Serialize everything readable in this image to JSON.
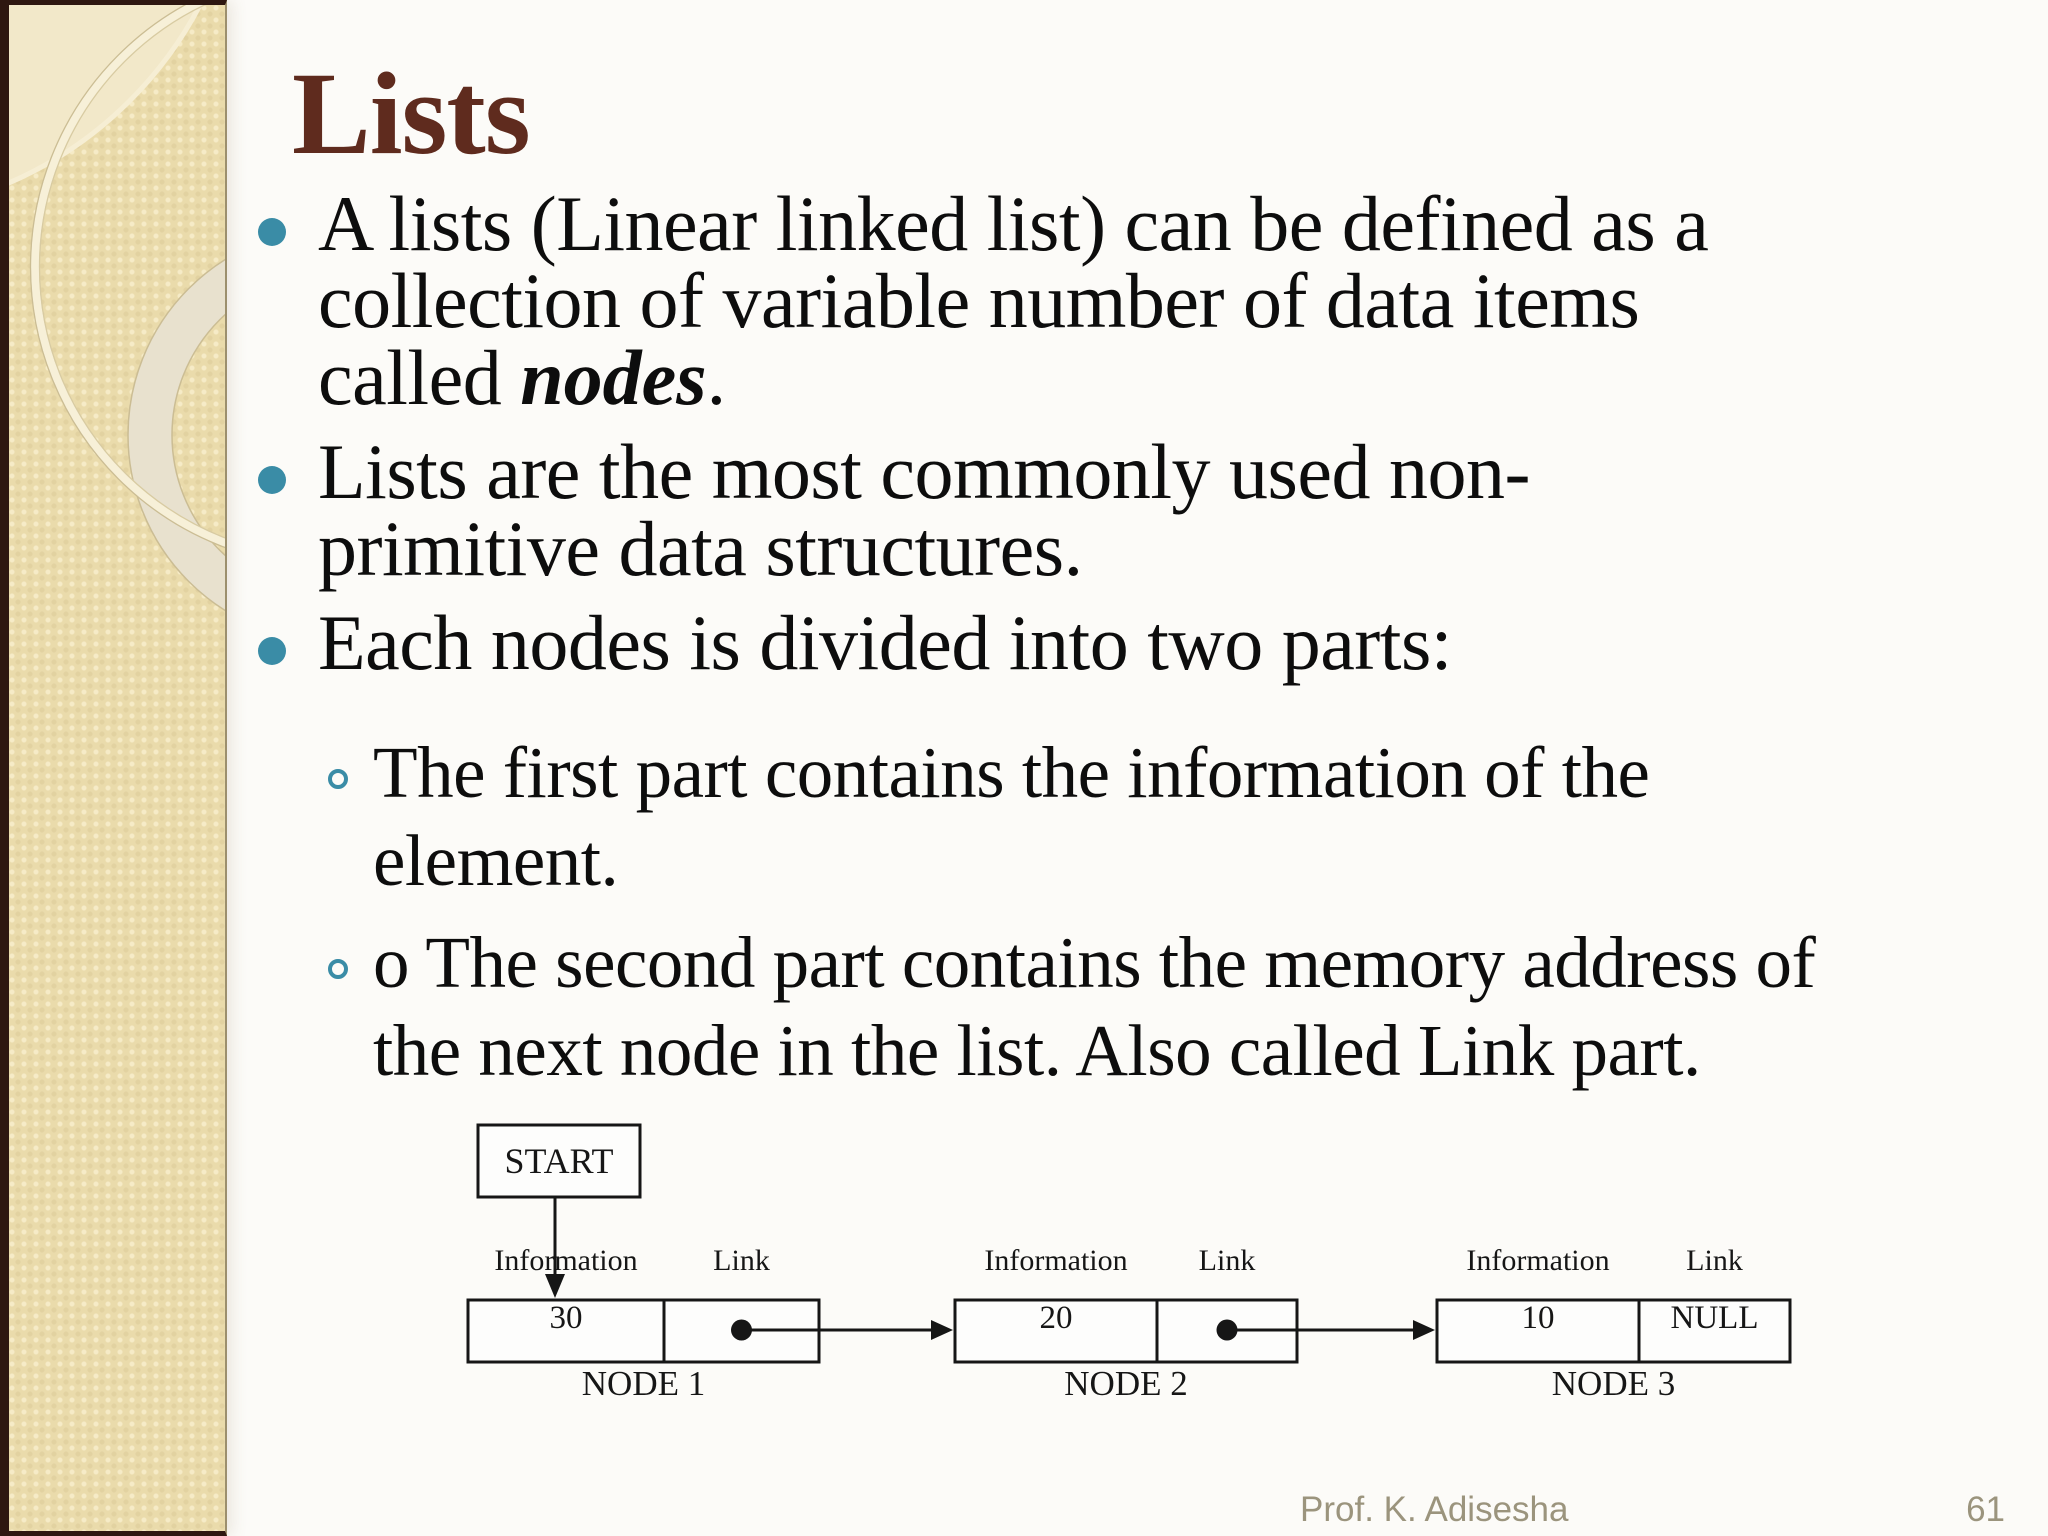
{
  "slide": {
    "title": "Lists",
    "footer": "Prof. K. Adisesha",
    "page_number": "61"
  },
  "bullets": [
    {
      "level": 1,
      "lines": [
        [
          {
            "t": "A lists (Linear linked list) can be defined as a"
          }
        ],
        [
          {
            "t": "collection of variable number of data items"
          }
        ],
        [
          {
            "t": "called "
          },
          {
            "t": "nodes",
            "style": "bold-italic"
          },
          {
            "t": "."
          }
        ]
      ]
    },
    {
      "level": 1,
      "lines": [
        [
          {
            "t": "Lists are the most commonly used non-"
          }
        ],
        [
          {
            "t": "primitive data structures."
          }
        ]
      ]
    },
    {
      "level": 1,
      "lines": [
        [
          {
            "t": "Each nodes is divided into two parts:"
          }
        ]
      ]
    },
    {
      "level": 2,
      "lines": [
        [
          {
            "t": "The first part contains the information of the"
          }
        ],
        [
          {
            "t": "element."
          }
        ]
      ]
    },
    {
      "level": 2,
      "lines": [
        [
          {
            "t": "o The second part contains the memory address of"
          }
        ],
        [
          {
            "t": "the next node in the list. Also called Link part."
          }
        ]
      ]
    }
  ],
  "diagram": {
    "start_label": "START",
    "field_labels": {
      "information": "Information",
      "link": "Link"
    },
    "nodes": [
      {
        "name": "NODE 1",
        "information": "30",
        "link": "pointer"
      },
      {
        "name": "NODE 2",
        "information": "20",
        "link": "pointer"
      },
      {
        "name": "NODE 3",
        "information": "10",
        "link": "NULL"
      }
    ]
  },
  "colors": {
    "accent": "#3a8ca6",
    "title": "#5f2b1e",
    "body-text": "#0d0d0d",
    "sidebar-bg": "#eadbab",
    "frame": "#2e1710",
    "footer-text": "#9b947d",
    "ink": "#161616",
    "slide-bg": "#fcfbf8"
  }
}
